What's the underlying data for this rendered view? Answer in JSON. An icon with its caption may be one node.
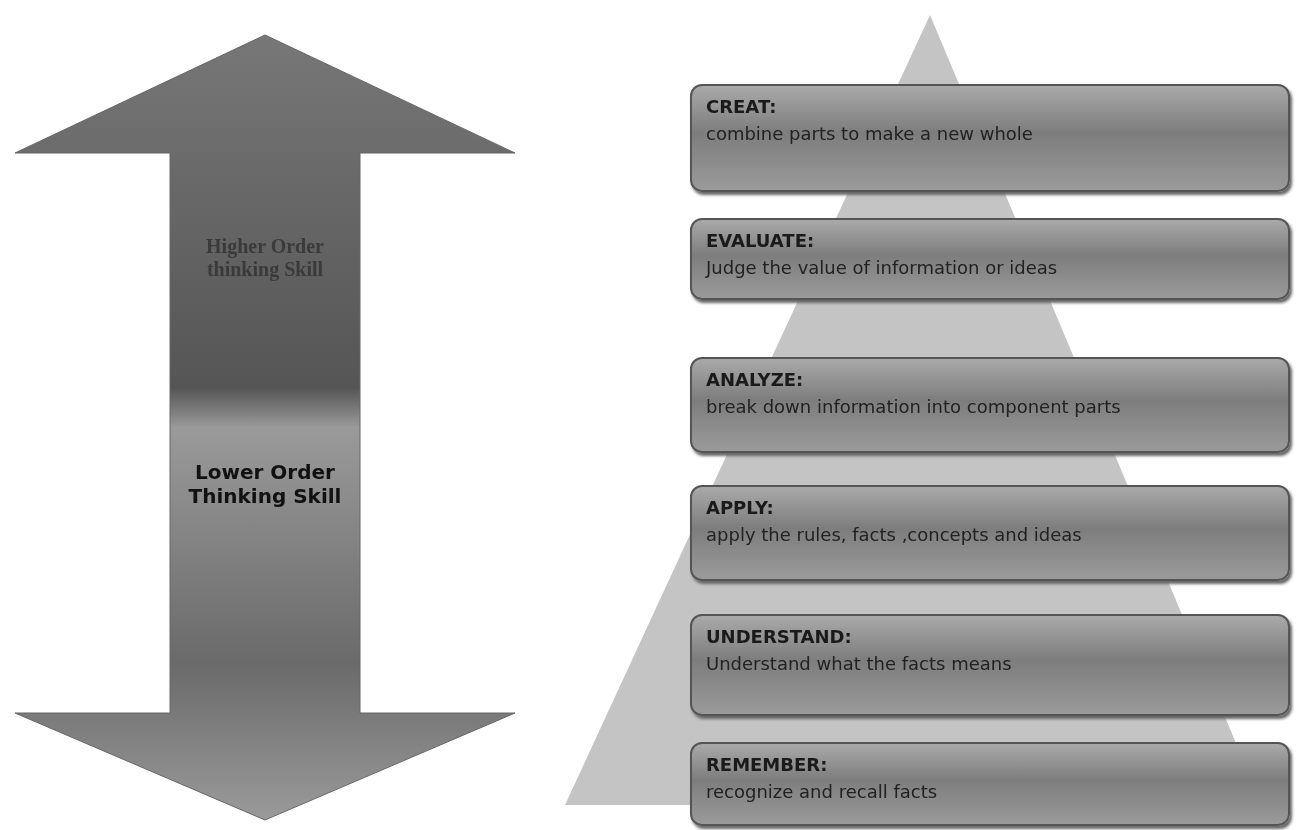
{
  "diagram": {
    "nodes": [
      {
        "text": [
          "Higher Order thinking Skill",
          "Lower Order Thinking Skill"
        ]
      },
      {
        "text": [
          "CREAT:",
          "combine parts to make a new whole"
        ]
      },
      {
        "text": [
          "EVALUATE:",
          "Judge the value of information or ideas"
        ]
      },
      {
        "text": [
          "ANALYZE:",
          "break down information into component parts"
        ]
      },
      {
        "text": [
          "APPLY:",
          "apply the rules, facts ,concepts and ideas"
        ]
      },
      {
        "text": [
          "UNDERSTAND:",
          "Understand what the facts means"
        ]
      },
      {
        "text": [
          "REMEMBER:",
          "recognize and recall facts"
        ]
      }
    ]
  }
}
